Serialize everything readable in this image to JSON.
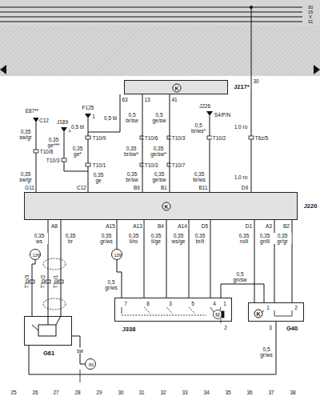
{
  "diagram": {
    "nodes": [
      {
        "text": [
          "K",
          "J217*"
        ]
      },
      {
        "text": [
          "K",
          "J220"
        ]
      },
      {
        "text": [
          "139"
        ]
      },
      {
        "text": [
          "G61"
        ]
      },
      {
        "text": [
          "139"
        ]
      },
      {
        "text": [
          "J338"
        ]
      },
      {
        "text": [
          "K",
          "G40"
        ]
      },
      {
        "text": [
          "83"
        ]
      }
    ],
    "edges": [
      {
        "from": 0,
        "to": 1,
        "arrow": "none"
      },
      {
        "from": 0,
        "to": 1,
        "arrow": "none"
      },
      {
        "from": 1,
        "to": 3,
        "arrow": "none"
      },
      {
        "from": 1,
        "to": 3,
        "arrow": "none"
      },
      {
        "from": 2,
        "to": 3,
        "arrow": "none"
      },
      {
        "from": 1,
        "to": 4,
        "arrow": "none"
      },
      {
        "from": 4,
        "to": 5,
        "arrow": "none"
      },
      {
        "from": 1,
        "to": 5,
        "arrow": "none"
      },
      {
        "from": 1,
        "to": 5,
        "arrow": "none"
      },
      {
        "from": 1,
        "to": 5,
        "arrow": "none"
      },
      {
        "from": 1,
        "to": 5,
        "arrow": "none"
      },
      {
        "from": 5,
        "to": 6,
        "arrow": "none"
      },
      {
        "from": 1,
        "to": 6,
        "arrow": "none"
      },
      {
        "from": 1,
        "to": 6,
        "arrow": "none"
      },
      {
        "from": 1,
        "to": 6,
        "arrow": "none"
      },
      {
        "from": 6,
        "to": 3,
        "arrow": "none"
      },
      {
        "from": 3,
        "to": 7,
        "arrow": "none"
      }
    ],
    "labels": [
      "30",
      "15",
      "X",
      "31",
      "30",
      "E87**",
      "C12",
      "F125",
      "1",
      "63",
      "13",
      "41",
      "J189",
      "1",
      "J226",
      "S4/P/N",
      "0,35 sw/gr",
      "0,5 bl",
      "0,5 bl",
      "0,5 br/sw",
      "0,5 ge/sw",
      "0,5 br/ws*",
      "1,0 ro",
      "0,35 ge***",
      "T10/9",
      "T10/8",
      "T10/6",
      "T10/3",
      "T10/2",
      "T6z/5",
      "0,35 ge*",
      "0,35 br/sw*",
      "0,35 ge/sw*",
      "T10/3",
      "T10/1",
      "T10/3",
      "T10/7",
      "0,35 sw/gr",
      "0,35 ge",
      "0,35 br/sw",
      "0,35 ge/sw",
      "0,35 br/ws",
      "1,0 ro",
      "G11",
      "C12",
      "B9",
      "B1",
      "B11",
      "D9",
      "A8",
      "A15",
      "A13",
      "B4",
      "A14",
      "D5",
      "D1",
      "A3",
      "B2",
      "0,35 ws",
      "0,35 br",
      "0,35 gr/ws",
      "0,35 li/ro",
      "0,35 li/ge",
      "0,35 ws/ge",
      "0,35 br/li",
      "0,35 ro/li",
      "0,35 gn/li",
      "0,35 gr/gr",
      "T3p/3",
      "T3p/2",
      "T3p/1",
      "0,5 gr/ws",
      "0,5 gn/sw",
      "7",
      "8",
      "3",
      "5",
      "4",
      "1",
      "M",
      "2",
      "1",
      "2",
      "3",
      "sw",
      "0,5 gr/ws",
      "25",
      "26",
      "27",
      "28",
      "29",
      "30",
      "31",
      "32",
      "33",
      "34",
      "35",
      "36",
      "37",
      "38"
    ]
  }
}
